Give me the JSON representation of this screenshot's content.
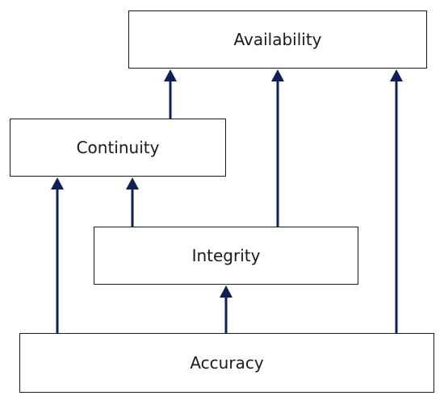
{
  "diagram": {
    "nodes": {
      "availability": "Availability",
      "continuity": "Continuity",
      "integrity": "Integrity",
      "accuracy": "Accuracy"
    },
    "edges": [
      {
        "from": "continuity",
        "to": "availability"
      },
      {
        "from": "integrity",
        "to": "availability"
      },
      {
        "from": "accuracy",
        "to": "availability"
      },
      {
        "from": "integrity",
        "to": "continuity"
      },
      {
        "from": "accuracy",
        "to": "continuity"
      },
      {
        "from": "accuracy",
        "to": "integrity"
      }
    ],
    "arrow_color": "#0f1f5c"
  }
}
